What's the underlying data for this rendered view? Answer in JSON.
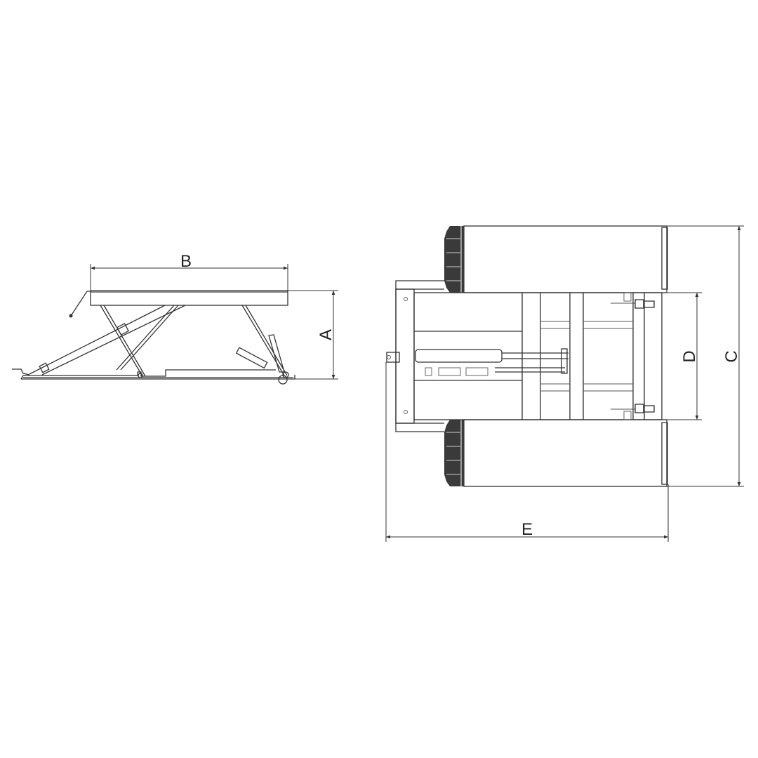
{
  "drawing": {
    "title": "Scissor lift dimension drawing",
    "views": [
      {
        "name": "side-view",
        "description": "Side elevation of scissor lift"
      },
      {
        "name": "top-view",
        "description": "Plan view of scissor lift"
      }
    ],
    "dimensions": {
      "A": "A",
      "B": "B",
      "C": "C",
      "D": "D",
      "E": "E"
    },
    "colors": {
      "line": "#333333",
      "background": "#ffffff"
    }
  }
}
